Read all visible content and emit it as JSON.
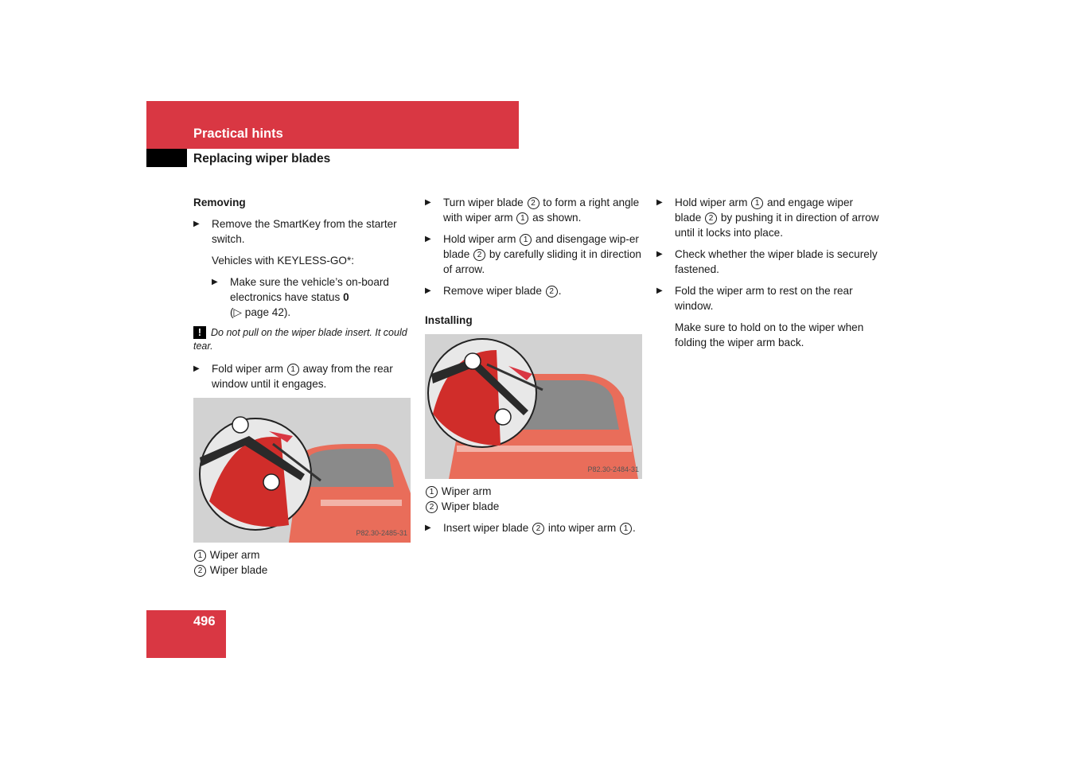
{
  "header": {
    "section": "Practical hints",
    "subsection": "Replacing wiper blades"
  },
  "page_number": "496",
  "removing": {
    "heading": "Removing",
    "step1": "Remove the SmartKey from the starter switch.",
    "keyless_note": "Vehicles with KEYLESS-GO*:",
    "sub_step_text": "Make sure the vehicle’s on-board electronics have status ",
    "sub_step_status": "0",
    "sub_step_ref": "(▷ page 42).",
    "warning": "Do not pull on the wiper blade insert. It could tear.",
    "fold_a": "Fold wiper arm ",
    "fold_b": " away from the rear window until it engages.",
    "figure_code": "P82.30-2485-31",
    "legend": [
      "Wiper arm",
      "Wiper blade"
    ]
  },
  "middle": {
    "turn_a": "Turn wiper blade ",
    "turn_b": " to form a right angle with wiper arm ",
    "turn_c": " as shown.",
    "hold_a": "Hold wiper arm ",
    "hold_b": " and disengage wip-er blade ",
    "hold_c": " by carefully sliding it in direction of arrow.",
    "remove_a": "Remove wiper blade ",
    "remove_b": ".",
    "installing_heading": "Installing",
    "figure_code": "P82.30-2484-31",
    "legend": [
      "Wiper arm",
      "Wiper blade"
    ],
    "insert_a": "Insert wiper blade ",
    "insert_b": " into wiper arm ",
    "insert_c": "."
  },
  "right": {
    "hold_a": "Hold wiper arm ",
    "hold_b": " and engage wiper blade ",
    "hold_c": " by pushing it in direction of arrow until it locks into place.",
    "check": "Check whether the wiper blade is securely fastened.",
    "fold": "Fold the wiper arm to rest on the rear window.",
    "note": "Make sure to hold on to the wiper when folding the wiper arm back."
  },
  "markers": {
    "one": "1",
    "two": "2",
    "bullet": "▶",
    "warn_icon": "!"
  },
  "colors": {
    "accent_red": "#d93743",
    "car_body": "#e96d5a"
  }
}
